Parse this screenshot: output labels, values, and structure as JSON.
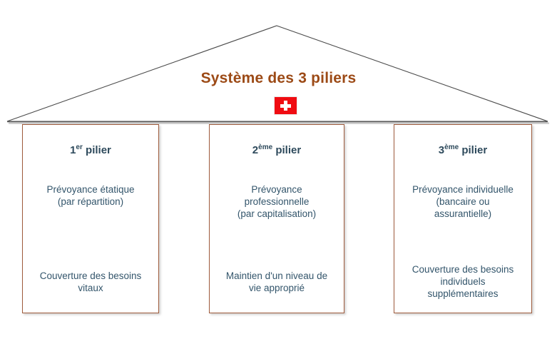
{
  "diagram": {
    "title": "Système des 3 piliers",
    "emblem": "swiss-flag",
    "colors": {
      "title_brown": "#9c4a16",
      "pillar_border": "#9e5b3c",
      "text_slate": "#33556b",
      "heading_slate": "#2e4a5c",
      "flag_red": "#f00c12",
      "roof_line": "#4a4a4a"
    },
    "roof": {
      "apex_label": "",
      "shape": "triangle-roof"
    },
    "pillars": [
      {
        "id": "pillar-1",
        "number": "1",
        "ordinal_suffix": "er",
        "noun": "pilier",
        "body_lines": [
          "Prévoyance étatique",
          "(par répartition)"
        ],
        "footer_lines": [
          "Couverture des besoins",
          "vitaux"
        ]
      },
      {
        "id": "pillar-2",
        "number": "2",
        "ordinal_suffix": "ème",
        "noun": "pilier",
        "body_lines": [
          "Prévoyance",
          "professionnelle",
          "(par capitalisation)"
        ],
        "footer_lines": [
          "Maintien d'un niveau de",
          "vie approprié"
        ]
      },
      {
        "id": "pillar-3",
        "number": "3",
        "ordinal_suffix": "ème",
        "noun": "pilier",
        "body_lines": [
          "Prévoyance individuelle",
          "(bancaire ou",
          "assurantielle)"
        ],
        "footer_lines": [
          "Couverture des besoins",
          "individuels",
          "supplémentaires"
        ]
      }
    ]
  }
}
